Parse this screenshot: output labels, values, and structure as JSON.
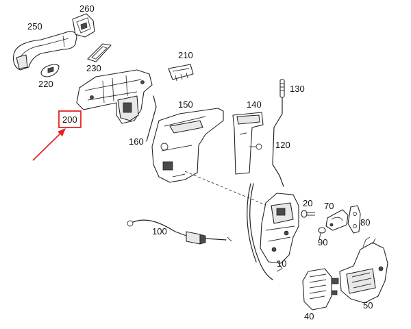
{
  "callouts": {
    "p250": "250",
    "p260": "260",
    "p230": "230",
    "p220": "220",
    "p210": "210",
    "p200": "200",
    "p160": "160",
    "p150": "150",
    "p140": "140",
    "p130": "130",
    "p120": "120",
    "p100": "100",
    "p20": "20",
    "p70": "70",
    "p80": "80",
    "p90": "90",
    "p10": "10",
    "p40": "40",
    "p50": "50"
  },
  "highlight": {
    "target_part": "200",
    "color": "#e52222"
  }
}
